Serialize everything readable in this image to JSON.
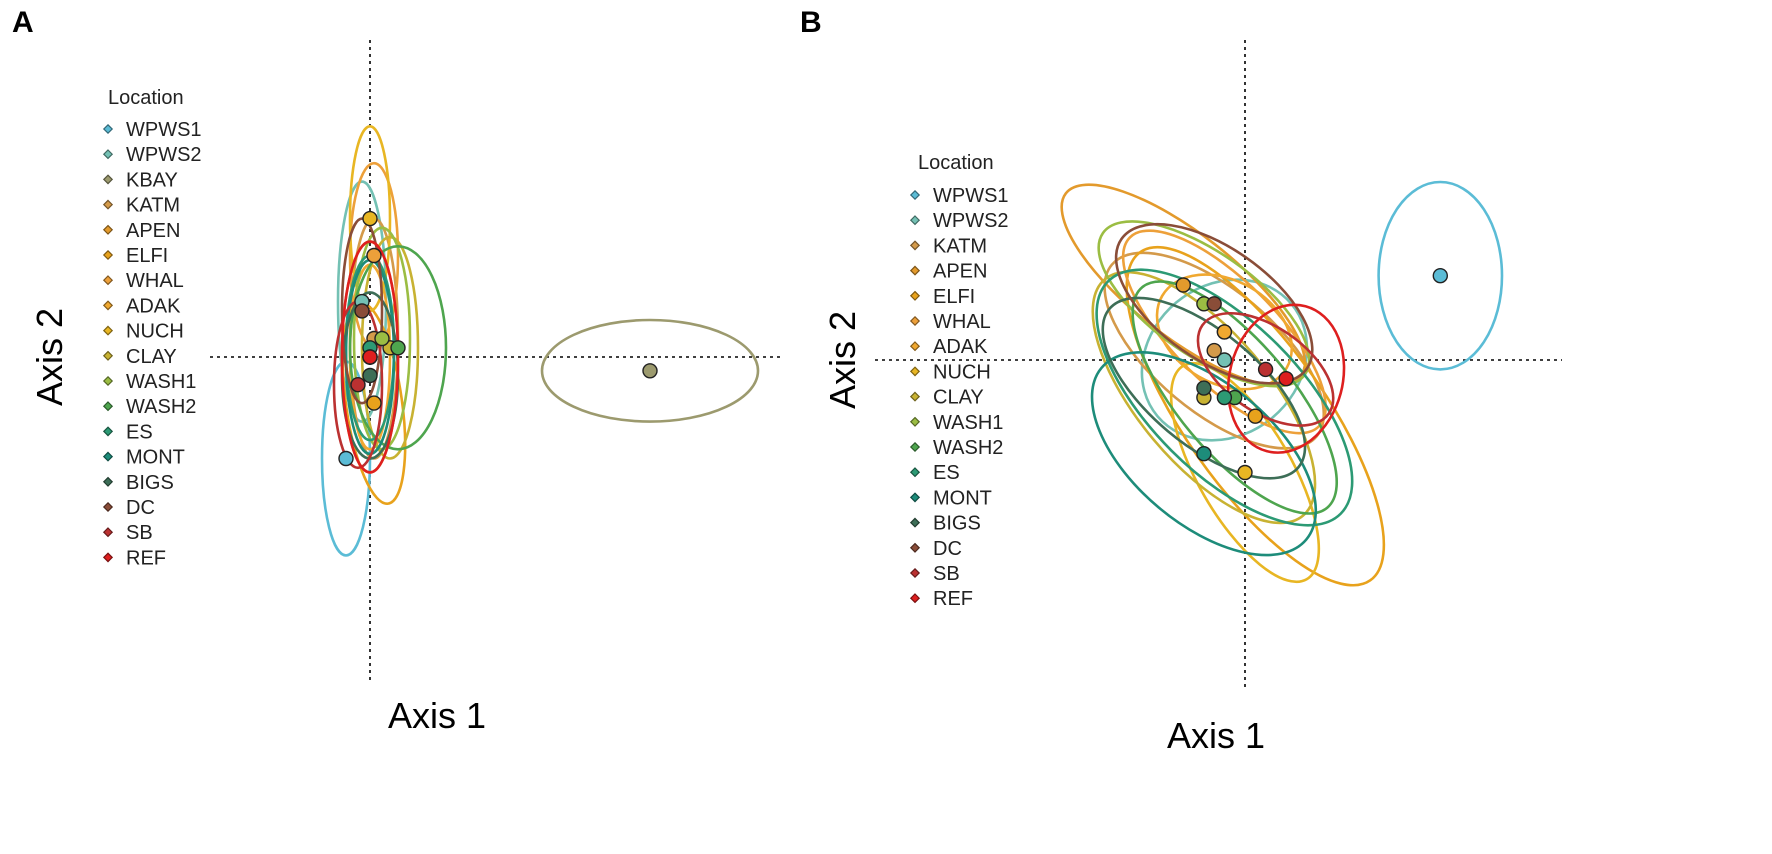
{
  "chart_data": [
    {
      "panel": "A",
      "type": "scatter",
      "subtype": "ordination with 95% ellipses",
      "xlabel": "Axis 1",
      "ylabel": "Axis 2",
      "xlim": [
        -2.0,
        5.0
      ],
      "ylim": [
        -3.5,
        4.0
      ],
      "grid": false,
      "reference_lines": "dotted lines at x=0 and y=0",
      "legend": {
        "title": "Location",
        "position": "left"
      },
      "series": [
        {
          "name": "WPWS1",
          "color": "#5bbcd6",
          "centroid": [
            -0.3,
            -1.1
          ],
          "ellipse": {
            "rx": 0.3,
            "ry": 1.05,
            "angle": 0
          }
        },
        {
          "name": "WPWS2",
          "color": "#74c1b4",
          "centroid": [
            -0.1,
            0.6
          ],
          "ellipse": {
            "rx": 0.3,
            "ry": 1.3,
            "angle": 0
          }
        },
        {
          "name": "KBAY",
          "color": "#9c9a6e",
          "centroid": [
            3.5,
            -0.15
          ],
          "ellipse": {
            "rx": 1.35,
            "ry": 0.55,
            "angle": 0
          }
        },
        {
          "name": "KATM",
          "color": "#d49a4a",
          "centroid": [
            0.05,
            0.2
          ],
          "ellipse": {
            "rx": 0.3,
            "ry": 1.3,
            "angle": 0
          }
        },
        {
          "name": "APEN",
          "color": "#e39a2c",
          "centroid": [
            0.0,
            0.0
          ],
          "ellipse": {
            "rx": 0.35,
            "ry": 1.25,
            "angle": 0
          }
        },
        {
          "name": "ELFI",
          "color": "#e8a21c",
          "centroid": [
            0.05,
            -0.5
          ],
          "ellipse": {
            "rx": 0.35,
            "ry": 1.1,
            "angle": -8
          }
        },
        {
          "name": "WHAL",
          "color": "#eda03a",
          "centroid": [
            0.05,
            1.1
          ],
          "ellipse": {
            "rx": 0.3,
            "ry": 1.0,
            "angle": 0
          }
        },
        {
          "name": "ADAK",
          "color": "#f0a830",
          "centroid": [
            0.0,
            0.0
          ],
          "ellipse": {
            "rx": 0.25,
            "ry": 1.0,
            "angle": 0
          }
        },
        {
          "name": "NUCH",
          "color": "#e8b623",
          "centroid": [
            0.0,
            1.5
          ],
          "ellipse": {
            "rx": 0.25,
            "ry": 1.0,
            "angle": 0
          }
        },
        {
          "name": "CLAY",
          "color": "#c8b232",
          "centroid": [
            0.25,
            0.1
          ],
          "ellipse": {
            "rx": 0.35,
            "ry": 1.2,
            "angle": 0
          }
        },
        {
          "name": "WASH1",
          "color": "#9bbd43",
          "centroid": [
            0.15,
            0.2
          ],
          "ellipse": {
            "rx": 0.35,
            "ry": 1.2,
            "angle": 0
          }
        },
        {
          "name": "WASH2",
          "color": "#4ea54e",
          "centroid": [
            0.35,
            0.1
          ],
          "ellipse": {
            "rx": 0.6,
            "ry": 1.1,
            "angle": 0
          }
        },
        {
          "name": "ES",
          "color": "#2c9a74",
          "centroid": [
            0.0,
            0.1
          ],
          "ellipse": {
            "rx": 0.3,
            "ry": 1.0,
            "angle": 0
          }
        },
        {
          "name": "MONT",
          "color": "#1d8c7a",
          "centroid": [
            0.0,
            0.0
          ],
          "ellipse": {
            "rx": 0.3,
            "ry": 1.05,
            "angle": 0
          }
        },
        {
          "name": "BIGS",
          "color": "#3d6e57",
          "centroid": [
            0.0,
            -0.2
          ],
          "ellipse": {
            "rx": 0.35,
            "ry": 0.9,
            "angle": 0
          }
        },
        {
          "name": "DC",
          "color": "#8a4d38",
          "centroid": [
            -0.1,
            0.5
          ],
          "ellipse": {
            "rx": 0.25,
            "ry": 1.0,
            "angle": 0
          }
        },
        {
          "name": "SB",
          "color": "#bb3131",
          "centroid": [
            -0.15,
            -0.3
          ],
          "ellipse": {
            "rx": 0.3,
            "ry": 0.9,
            "angle": 0
          }
        },
        {
          "name": "REF",
          "color": "#de1f1f",
          "centroid": [
            0.0,
            0.0
          ],
          "ellipse": {
            "rx": 0.35,
            "ry": 1.25,
            "angle": 0
          }
        }
      ]
    },
    {
      "panel": "B",
      "type": "scatter",
      "subtype": "ordination with 95% ellipses",
      "xlabel": "Axis 1",
      "ylabel": "Axis 2",
      "xlim": [
        -3.6,
        3.0
      ],
      "ylim": [
        -3.5,
        4.0
      ],
      "grid": false,
      "reference_lines": "dotted lines at x=0 and y=0",
      "legend": {
        "title": "Location",
        "position": "left"
      },
      "series": [
        {
          "name": "WPWS1",
          "color": "#5bbcd6",
          "centroid": [
            1.9,
            0.9
          ],
          "ellipse": {
            "rx": 0.6,
            "ry": 1.0,
            "angle": 0
          }
        },
        {
          "name": "WPWS2",
          "color": "#74c1b4",
          "centroid": [
            -0.2,
            0.0
          ],
          "ellipse": {
            "rx": 0.85,
            "ry": 0.8,
            "angle": -40
          }
        },
        {
          "name": "KATM",
          "color": "#d49a4a",
          "centroid": [
            -0.3,
            0.1
          ],
          "ellipse": {
            "rx": 1.3,
            "ry": 0.65,
            "angle": 40
          }
        },
        {
          "name": "APEN",
          "color": "#e39a2c",
          "centroid": [
            -0.6,
            0.8
          ],
          "ellipse": {
            "rx": 1.45,
            "ry": 0.55,
            "angle": 38
          }
        },
        {
          "name": "ELFI",
          "color": "#e8a21c",
          "centroid": [
            0.1,
            -0.6
          ],
          "ellipse": {
            "rx": 1.95,
            "ry": 0.75,
            "angle": 55
          }
        },
        {
          "name": "WHAL",
          "color": "#eda03a",
          "centroid": [
            -0.2,
            0.3
          ],
          "ellipse": {
            "rx": 1.3,
            "ry": 0.55,
            "angle": 45
          }
        },
        {
          "name": "ADAK",
          "color": "#f0a830",
          "centroid": [
            -0.2,
            0.3
          ],
          "ellipse": {
            "rx": 0.7,
            "ry": 0.55,
            "angle": 30
          }
        },
        {
          "name": "NUCH",
          "color": "#e8b623",
          "centroid": [
            0.0,
            -1.2
          ],
          "ellipse": {
            "rx": 1.2,
            "ry": 0.5,
            "angle": 60
          }
        },
        {
          "name": "CLAY",
          "color": "#c8b232",
          "centroid": [
            -0.4,
            -0.4
          ],
          "ellipse": {
            "rx": 1.5,
            "ry": 0.7,
            "angle": 50
          }
        },
        {
          "name": "WASH1",
          "color": "#9bbd43",
          "centroid": [
            -0.4,
            0.6
          ],
          "ellipse": {
            "rx": 1.2,
            "ry": 0.55,
            "angle": 35
          }
        },
        {
          "name": "WASH2",
          "color": "#4ea54e",
          "centroid": [
            -0.1,
            -0.4
          ],
          "ellipse": {
            "rx": 1.4,
            "ry": 0.6,
            "angle": 50
          }
        },
        {
          "name": "ES",
          "color": "#2c9a74",
          "centroid": [
            -0.2,
            -0.4
          ],
          "ellipse": {
            "rx": 1.6,
            "ry": 0.8,
            "angle": 45
          }
        },
        {
          "name": "MONT",
          "color": "#1d8c7a",
          "centroid": [
            -0.4,
            -1.0
          ],
          "ellipse": {
            "rx": 1.3,
            "ry": 0.75,
            "angle": 40
          }
        },
        {
          "name": "BIGS",
          "color": "#3d6e57",
          "centroid": [
            -0.4,
            -0.3
          ],
          "ellipse": {
            "rx": 1.2,
            "ry": 0.6,
            "angle": 40
          }
        },
        {
          "name": "DC",
          "color": "#8a4d38",
          "centroid": [
            -0.3,
            0.6
          ],
          "ellipse": {
            "rx": 1.1,
            "ry": 0.6,
            "angle": 35
          }
        },
        {
          "name": "SB",
          "color": "#bb3131",
          "centroid": [
            0.2,
            -0.1
          ],
          "ellipse": {
            "rx": 0.75,
            "ry": 0.45,
            "angle": 35
          }
        },
        {
          "name": "REF",
          "color": "#de1f1f",
          "centroid": [
            0.4,
            -0.2
          ],
          "ellipse": {
            "rx": 0.55,
            "ry": 0.8,
            "angle": 15
          }
        }
      ]
    }
  ]
}
